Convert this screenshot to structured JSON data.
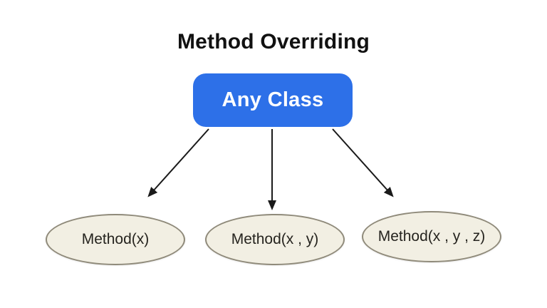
{
  "title": "Method Overriding",
  "root_node": {
    "label": "Any Class"
  },
  "child_nodes": [
    {
      "label": "Method(x)"
    },
    {
      "label": "Method(x , y)"
    },
    {
      "label": "Method(x , y , z)"
    }
  ],
  "colors": {
    "accent_blue": "#2d70e8",
    "ellipse_fill": "#f2efe3",
    "ellipse_border": "#8f8a7a",
    "arrow": "#1a1a1a",
    "title_text": "#111111",
    "root_text": "#ffffff",
    "node_text": "#26241f"
  }
}
